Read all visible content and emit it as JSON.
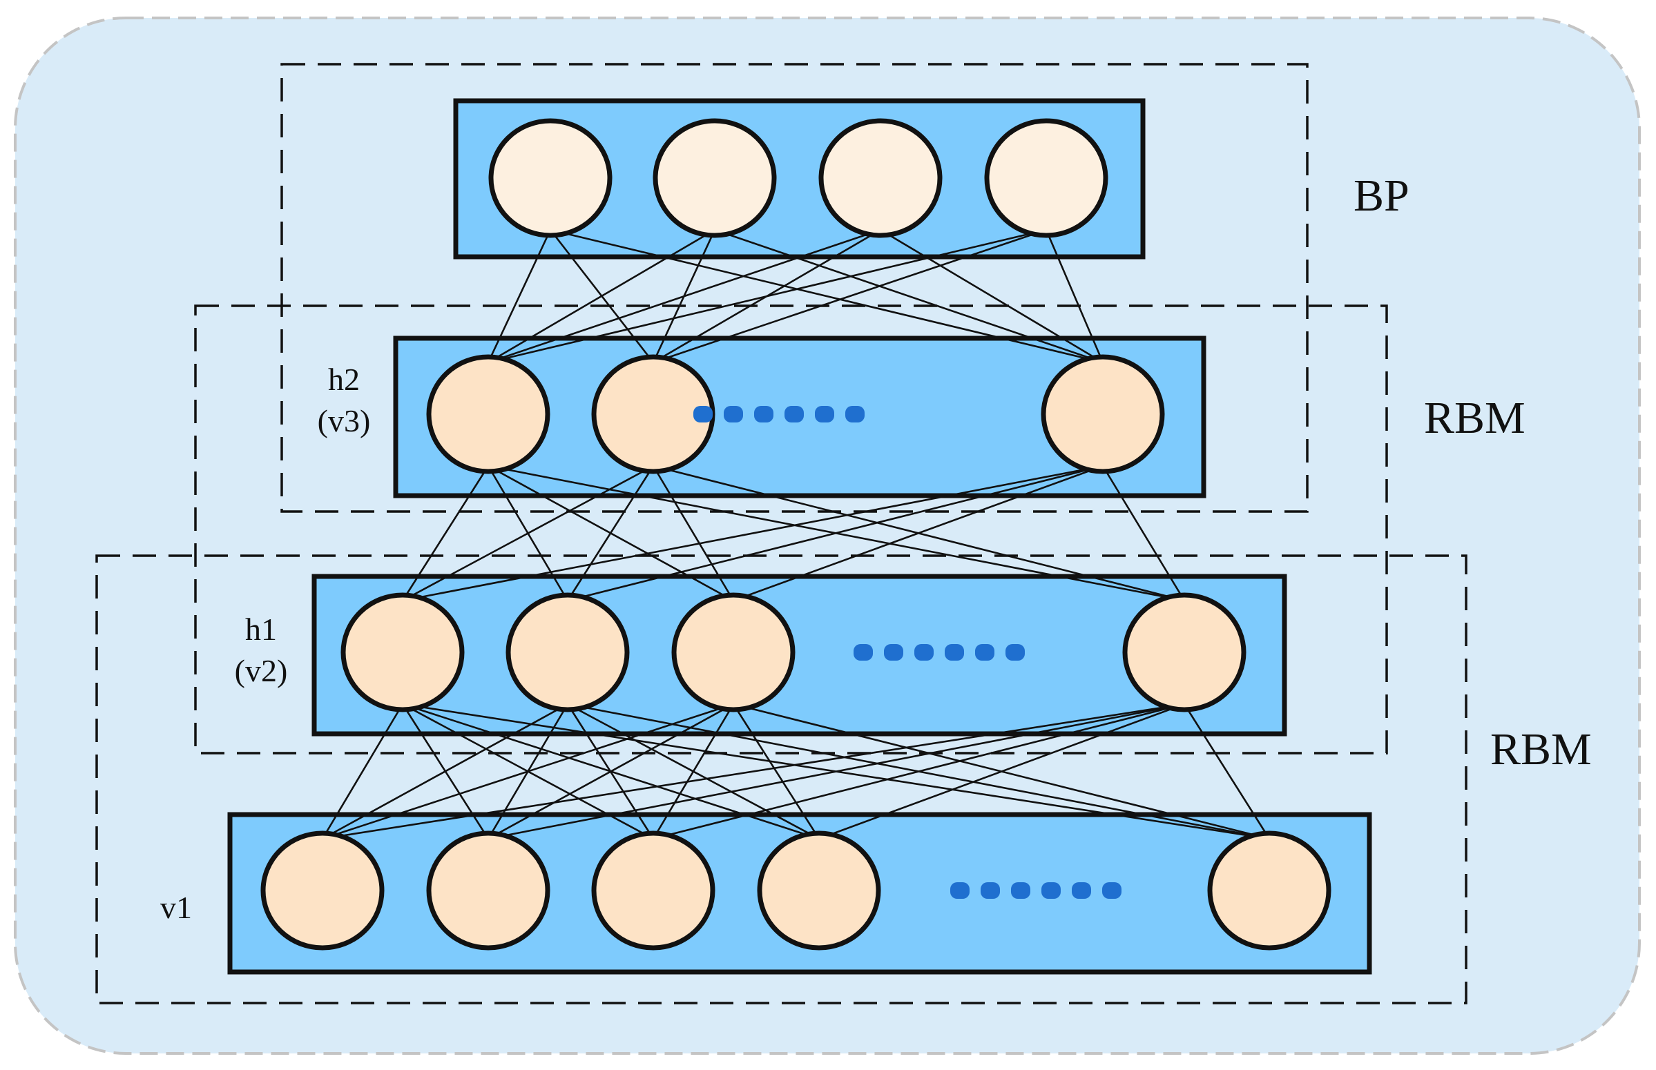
{
  "colors": {
    "background_panel": "#d9ebf8",
    "panel_border": "#c4c4c4",
    "layer_box": "#7ecbfd",
    "node_top": "#fdf0e0",
    "node": "#fde3c6",
    "ellipsis_dots": "#1f6fcf",
    "line": "#111111"
  },
  "groups": [
    {
      "name": "group-bp",
      "label": "BP"
    },
    {
      "name": "group-rbm-upper",
      "label": "RBM"
    },
    {
      "name": "group-rbm-lower",
      "label": "RBM"
    }
  ],
  "layers": [
    {
      "name": "output-layer",
      "label": [],
      "nodes_shown": 4,
      "has_ellipsis": false
    },
    {
      "name": "hidden-layer-2",
      "label": [
        "h2",
        "(v3)"
      ],
      "nodes_shown": 3,
      "has_ellipsis": true
    },
    {
      "name": "hidden-layer-1",
      "label": [
        "h1",
        "(v2)"
      ],
      "nodes_shown": 4,
      "has_ellipsis": true
    },
    {
      "name": "visible-layer",
      "label": [
        "v1"
      ],
      "nodes_shown": 5,
      "has_ellipsis": true
    }
  ],
  "connections": "fully-connected between adjacent layers"
}
